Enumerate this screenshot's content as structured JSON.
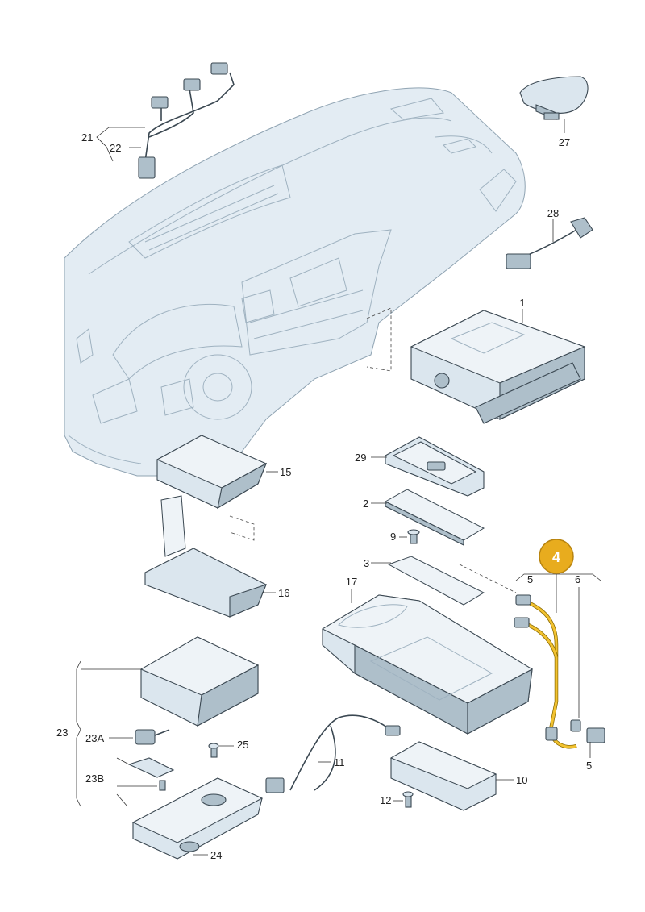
{
  "diagram": {
    "labels": {
      "p1": "1",
      "p2": "2",
      "p3": "3",
      "p4": "4",
      "p5a": "5",
      "p5b": "5",
      "p6": "6",
      "p9": "9",
      "p10": "10",
      "p11": "11",
      "p12": "12",
      "p15": "15",
      "p16": "16",
      "p17": "17",
      "p21": "21",
      "p22": "22",
      "p23": "23",
      "p23A": "23A",
      "p23B": "23B",
      "p24": "24",
      "p25": "25",
      "p27": "27",
      "p28": "28",
      "p29": "29"
    },
    "highlight_color": "#e8ac1e",
    "highlighted_part": "4"
  }
}
